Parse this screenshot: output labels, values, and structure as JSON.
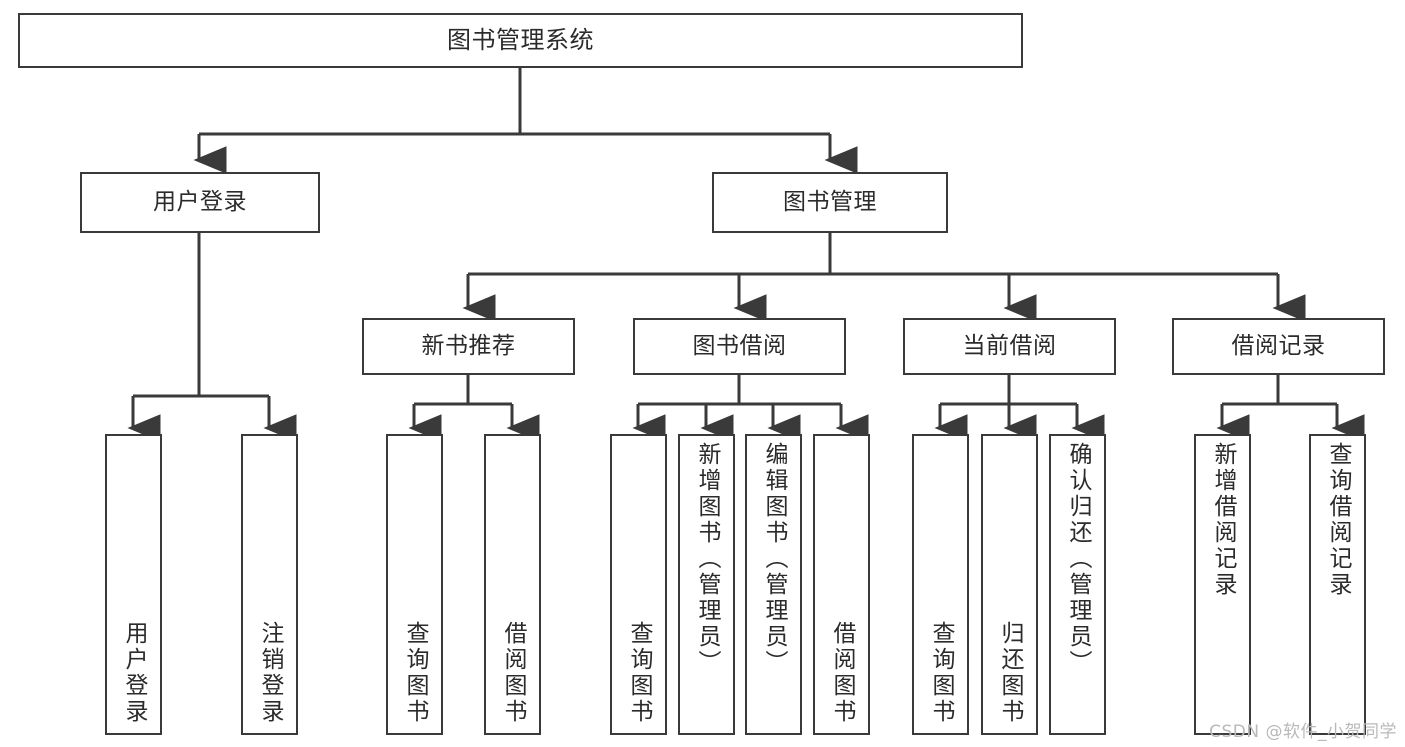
{
  "diagram": {
    "type": "tree-flowchart",
    "title": "图书管理系统",
    "edge_color": "#3a3a3a",
    "box_border_color": "#3a3a3a",
    "box_fill_color": "#ffffff",
    "text_color": "#2b2b2b",
    "nodes": {
      "root": {
        "label": "图书管理系统"
      },
      "level2": [
        {
          "id": "user-login",
          "label": "用户登录"
        },
        {
          "id": "book-manage",
          "label": "图书管理"
        }
      ],
      "level3": [
        {
          "id": "new-book-recommend",
          "label": "新书推荐"
        },
        {
          "id": "book-borrow",
          "label": "图书借阅"
        },
        {
          "id": "current-borrow",
          "label": "当前借阅"
        },
        {
          "id": "borrow-record",
          "label": "借阅记录"
        }
      ],
      "leaves": {
        "user-login": [
          {
            "id": "leaf-user-login",
            "label": "用户登录"
          },
          {
            "id": "leaf-logout",
            "label": "注销登录"
          }
        ],
        "new-book-recommend": [
          {
            "id": "leaf-query-book-1",
            "label": "查询图书"
          },
          {
            "id": "leaf-borrow-book-1",
            "label": "借阅图书"
          }
        ],
        "book-borrow": [
          {
            "id": "leaf-query-book-2",
            "label": "查询图书"
          },
          {
            "id": "leaf-add-book",
            "label": "新增图书（管理员）"
          },
          {
            "id": "leaf-edit-book",
            "label": "编辑图书（管理员）"
          },
          {
            "id": "leaf-borrow-book-2",
            "label": "借阅图书"
          }
        ],
        "current-borrow": [
          {
            "id": "leaf-query-book-3",
            "label": "查询图书"
          },
          {
            "id": "leaf-return-book",
            "label": "归还图书"
          },
          {
            "id": "leaf-confirm-return",
            "label": "确认归还（管理员）"
          }
        ],
        "borrow-record": [
          {
            "id": "leaf-add-record",
            "label": "新增借阅记录"
          },
          {
            "id": "leaf-query-record",
            "label": "查询借阅记录"
          }
        ]
      }
    }
  },
  "watermark": {
    "text": "CSDN @软件_小贺同学"
  }
}
